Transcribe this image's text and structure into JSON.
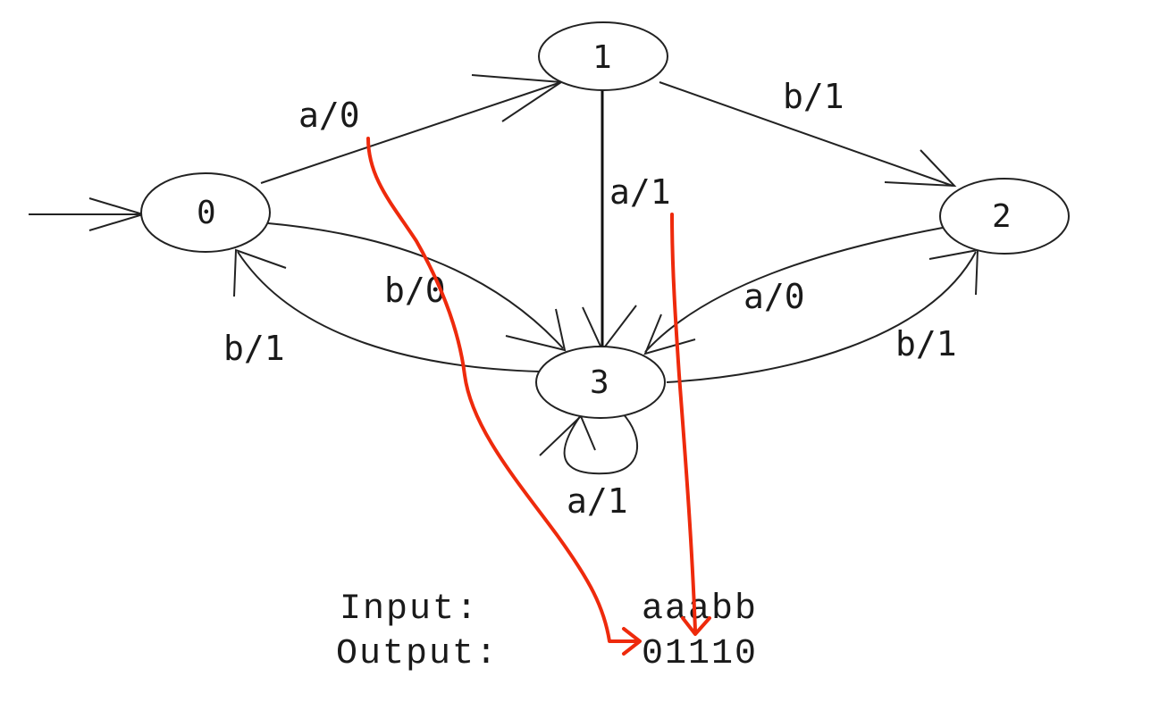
{
  "states": [
    {
      "id": "0",
      "label": "0",
      "initial": true
    },
    {
      "id": "1",
      "label": "1"
    },
    {
      "id": "2",
      "label": "2"
    },
    {
      "id": "3",
      "label": "3"
    }
  ],
  "transitions": [
    {
      "from": "0",
      "to": "1",
      "label": "a/0"
    },
    {
      "from": "1",
      "to": "2",
      "label": "b/1"
    },
    {
      "from": "1",
      "to": "3",
      "label": "a/1"
    },
    {
      "from": "0",
      "to": "3",
      "label": "b/0"
    },
    {
      "from": "3",
      "to": "0",
      "label": "b/1"
    },
    {
      "from": "2",
      "to": "3",
      "label": "a/0"
    },
    {
      "from": "3",
      "to": "2",
      "label": "b/1"
    },
    {
      "from": "3",
      "to": "3",
      "label": "a/1"
    }
  ],
  "io": {
    "input_label": "Input:",
    "input_value": "aaabb",
    "output_label": "Output:",
    "output_value": "01110"
  },
  "colors": {
    "ink": "#222222",
    "annotation": "#ee2a0c"
  }
}
